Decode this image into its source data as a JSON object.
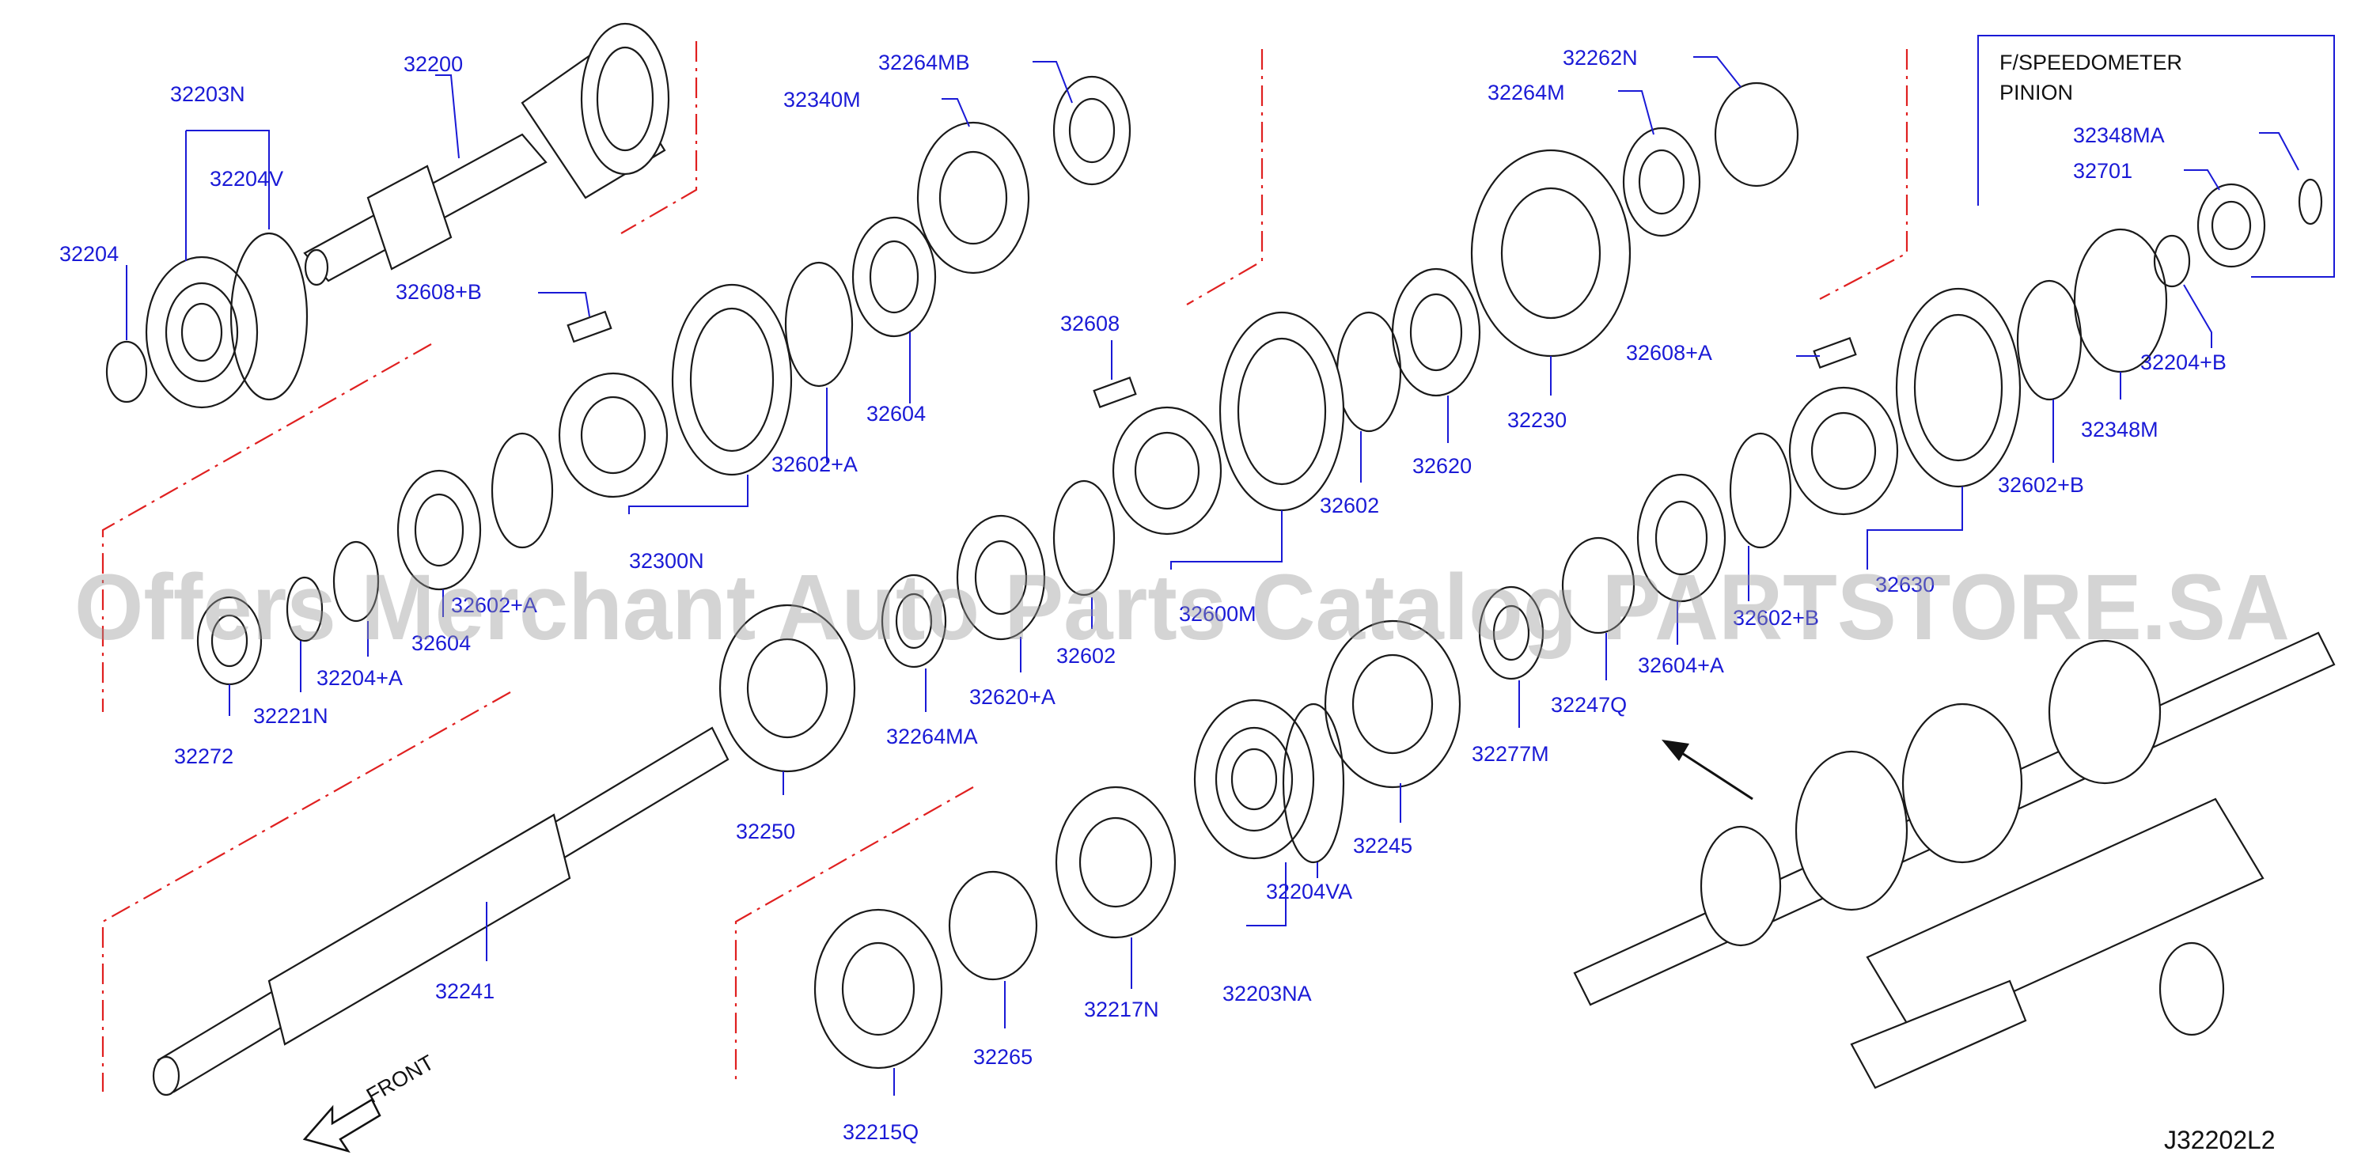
{
  "watermark": "Offers Merchant Auto Parts Catalog PARTSTORE.SA",
  "diagram_code": "J32202L2",
  "front_label": "FRONT",
  "inset": {
    "title_line1": "F/SPEEDOMETER",
    "title_line2": "PINION"
  },
  "parts": {
    "p32200": "32200",
    "p32203N": "32203N",
    "p32204V": "32204V",
    "p32204": "32204",
    "p32608B1": "32608+B",
    "p32300N": "32300N",
    "p32602A1": "32602+A",
    "p32604_1": "32604",
    "p32264MB": "32264MB",
    "p32340M": "32340M",
    "p32262N": "32262N",
    "p32264M": "32264M",
    "p32348MA": "32348MA",
    "p32701": "32701",
    "p32204B": "32204+B",
    "p32348M": "32348M",
    "p32602B1": "32602+B",
    "p32608A": "32608+A",
    "p32230": "32230",
    "p32620": "32620",
    "p32602": "32602",
    "p32608": "32608",
    "p32604_2": "32604",
    "p32602A2": "32602+A",
    "p32204A": "32204+A",
    "p32221N": "32221N",
    "p32272": "32272",
    "p32250": "32250",
    "p32264MA": "32264MA",
    "p32620A": "32620+A",
    "p32602_2": "32602",
    "p32600M": "32600M",
    "p32241": "32241",
    "p32245": "32245",
    "p32247Q": "32247Q",
    "p32277M": "32277M",
    "p32604A": "32604+A",
    "p32602B2": "32602+B",
    "p32630": "32630",
    "p32204VA": "32204VA",
    "p32203NA": "32203NA",
    "p32217N": "32217N",
    "p32265": "32265",
    "p32215Q": "32215Q"
  },
  "colors": {
    "label": "#1a1ad6",
    "phantom_line": "#e02020",
    "outline": "#1a1a1a"
  }
}
